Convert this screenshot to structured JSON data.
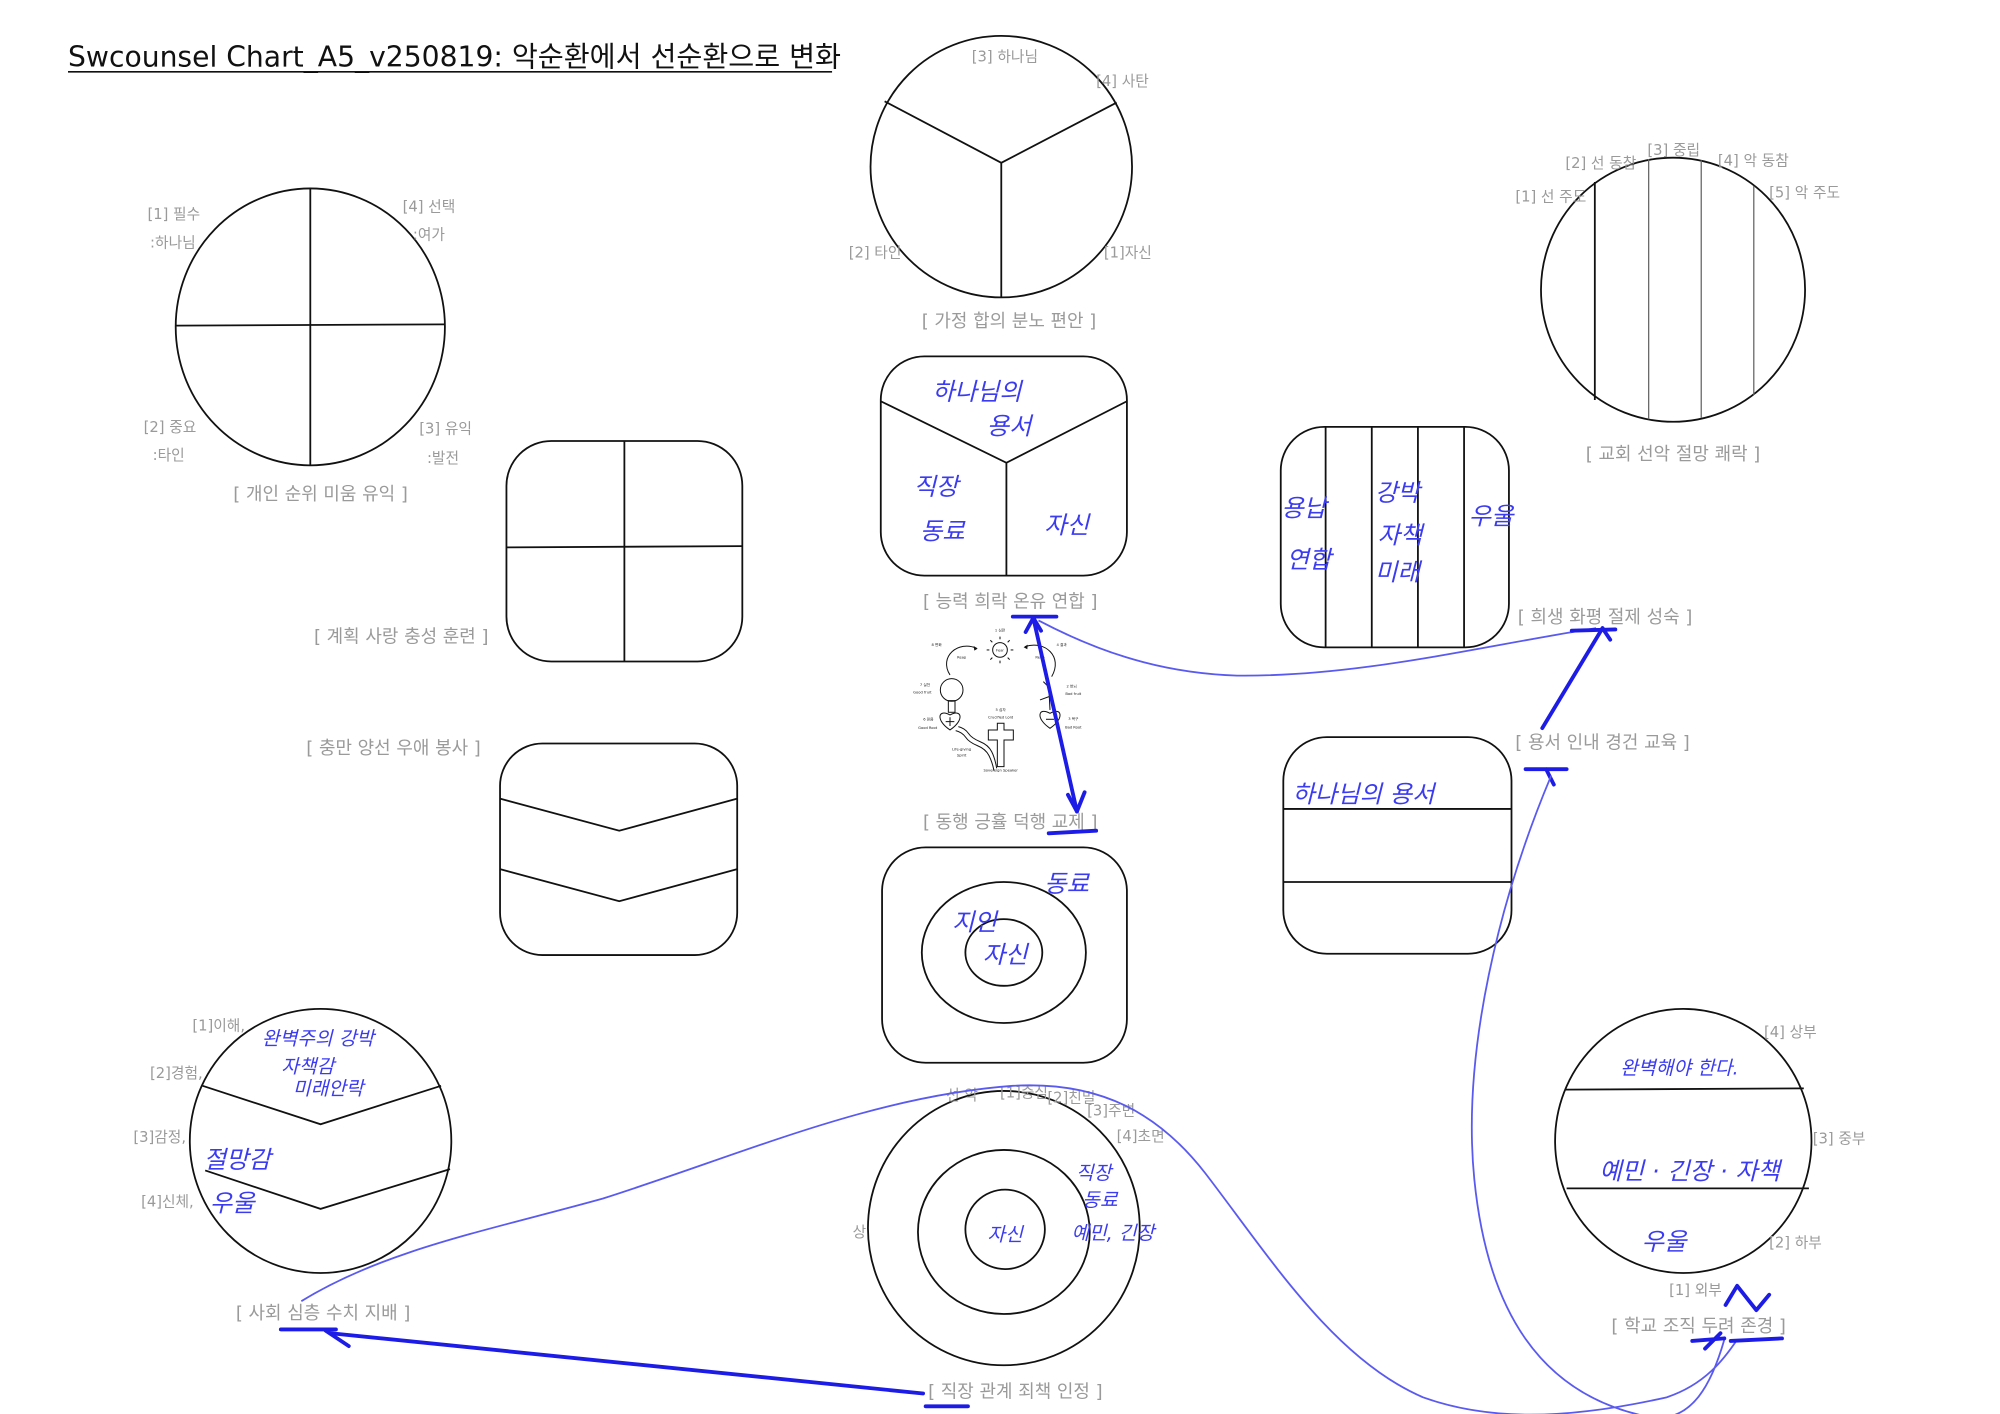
{
  "title": "Swcounsel Chart_A5_v250819: 악순환에서 선순환으로 변화",
  "colors": {
    "ink": "#1c1ce6",
    "label": "#9a9a9a",
    "line": "#111111"
  },
  "diagrams": [
    {
      "caption": "[ 개인 순위 미움 유익 ]",
      "labels": [
        "[1] 필수",
        ":하나님",
        "[4] 선택",
        ":여가",
        "[2] 중요",
        ":타인",
        "[3] 유익",
        ":발전"
      ]
    },
    {
      "caption": "[ 가정 합의  분노 편안 ]",
      "labels": [
        "[3] 하나님",
        "[4] 사탄",
        "[2] 타인",
        "[1]자신"
      ]
    },
    {
      "caption": "[ 교회 선악 절망 쾌락 ]",
      "labels": [
        "[2] 선 동참",
        "[3] 중립",
        "[4] 악 동참",
        "[1] 선 주도",
        "[5] 악 주도"
      ]
    },
    {
      "caption": "[ 계획 사랑 충성 훈련 ]"
    },
    {
      "caption": "[ 충만 양선 우애 봉사 ]"
    },
    {
      "caption": "[ 능력 희락 온유 연합 ]",
      "notes": [
        "하나님의",
        "용서",
        "직장",
        "동료",
        "자신"
      ]
    },
    {
      "caption": "[ 동행 긍휼 덕행 교제 ]",
      "labels": [
        "1 심판",
        "Fear",
        "8 변화",
        "Reap",
        "4 결과",
        "Reap",
        "7 실천",
        "Good fruit",
        "6 믿음",
        "Good Root",
        "2 번뇌",
        "Bad fruit",
        "3 욕구",
        "Bad Root",
        "5 십자",
        "Crucified Lord",
        "Life-giving",
        "Spirit",
        "Sovereign Speaker"
      ]
    },
    {
      "notes": [
        "동료",
        "지인",
        "자신"
      ]
    },
    {
      "caption": "[ 희생 화평 절제 성숙 ]",
      "notes": [
        "용납",
        "연합",
        "강박",
        "자책",
        "미래",
        "우울"
      ]
    },
    {
      "caption": "[ 용서 인내 경건 교육 ]",
      "notes": [
        "하나님의 용서"
      ]
    },
    {
      "caption": "[ 사회 심층  수치 지배 ]",
      "labels": [
        "[1]이해,",
        "[2]경험,",
        "[3]감정,",
        "[4]신체,"
      ],
      "notes": [
        "완벽주의 강박",
        "자책감",
        "미래안락",
        "절망감",
        "우울"
      ]
    },
    {
      "caption": "[ 직장 관계  죄책 인정 ]",
      "labels": [
        "선  악",
        "[1]중심",
        "[2]친밀",
        "[3]주변",
        "[4]초면",
        "상"
      ],
      "notes": [
        "자신",
        "직장",
        "동료",
        "예민, 긴장"
      ]
    },
    {
      "caption": "[ 학교 조직 두려 존경 ]",
      "labels": [
        "[4] 상부",
        "[3] 중부",
        "[2] 하부",
        "[1] 외부"
      ],
      "notes": [
        "완벽해야 한다.",
        "예민 · 긴장 · 자책",
        "우울"
      ]
    }
  ]
}
